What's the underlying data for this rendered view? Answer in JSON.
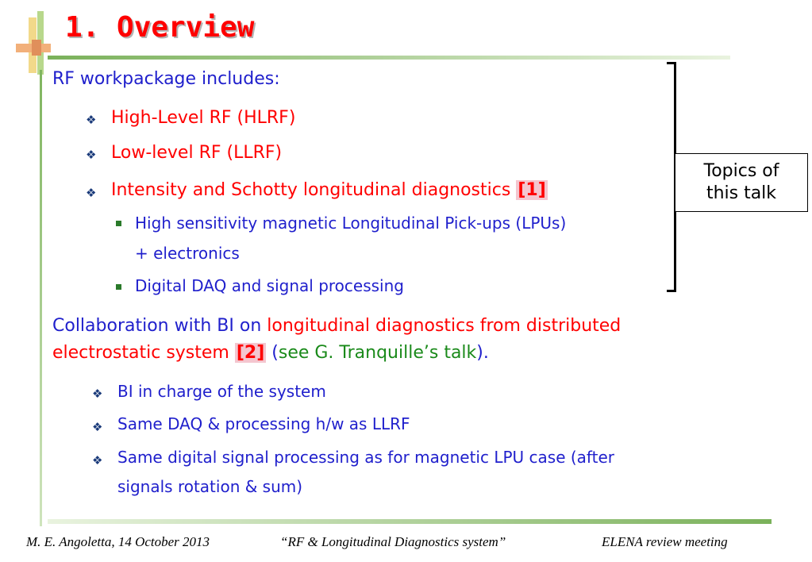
{
  "slide": {
    "title": "1. Overview",
    "intro": "RF workpackage includes:",
    "items": [
      "High-Level RF (HLRF)",
      "Low-level RF (LLRF)",
      "Intensity and Schotty longitudinal diagnostics"
    ],
    "item3_ref": "[1]",
    "subitems": [
      "High sensitivity magnetic Longitudinal Pick-ups (LPUs)",
      "+ electronics",
      "Digital DAQ and signal processing"
    ],
    "topics_line1": "Topics of",
    "topics_line2": "this talk",
    "collab": {
      "part1": "Collaboration with BI on ",
      "part2": "longitudinal diagnostics from distributed",
      "part3": "electrostatic system ",
      "ref": "[2]",
      "part4": " (",
      "part5": "see G. Tranquille’s talk",
      "part6": ")."
    },
    "collab_items": [
      "BI in charge of the system",
      "Same DAQ & processing h/w as LLRF",
      "Same digital signal processing as for magnetic LPU case (after",
      "signals rotation & sum)"
    ],
    "bullet_glyph": "❖",
    "colors": {
      "blue": "#1f1fcc",
      "red": "#ff0000",
      "green": "#1a8a1a"
    }
  },
  "footer": {
    "author": "M. E. Angoletta, 14 October 2013",
    "talk": "“RF & Longitudinal Diagnostics system”",
    "meeting": "ELENA review meeting"
  }
}
